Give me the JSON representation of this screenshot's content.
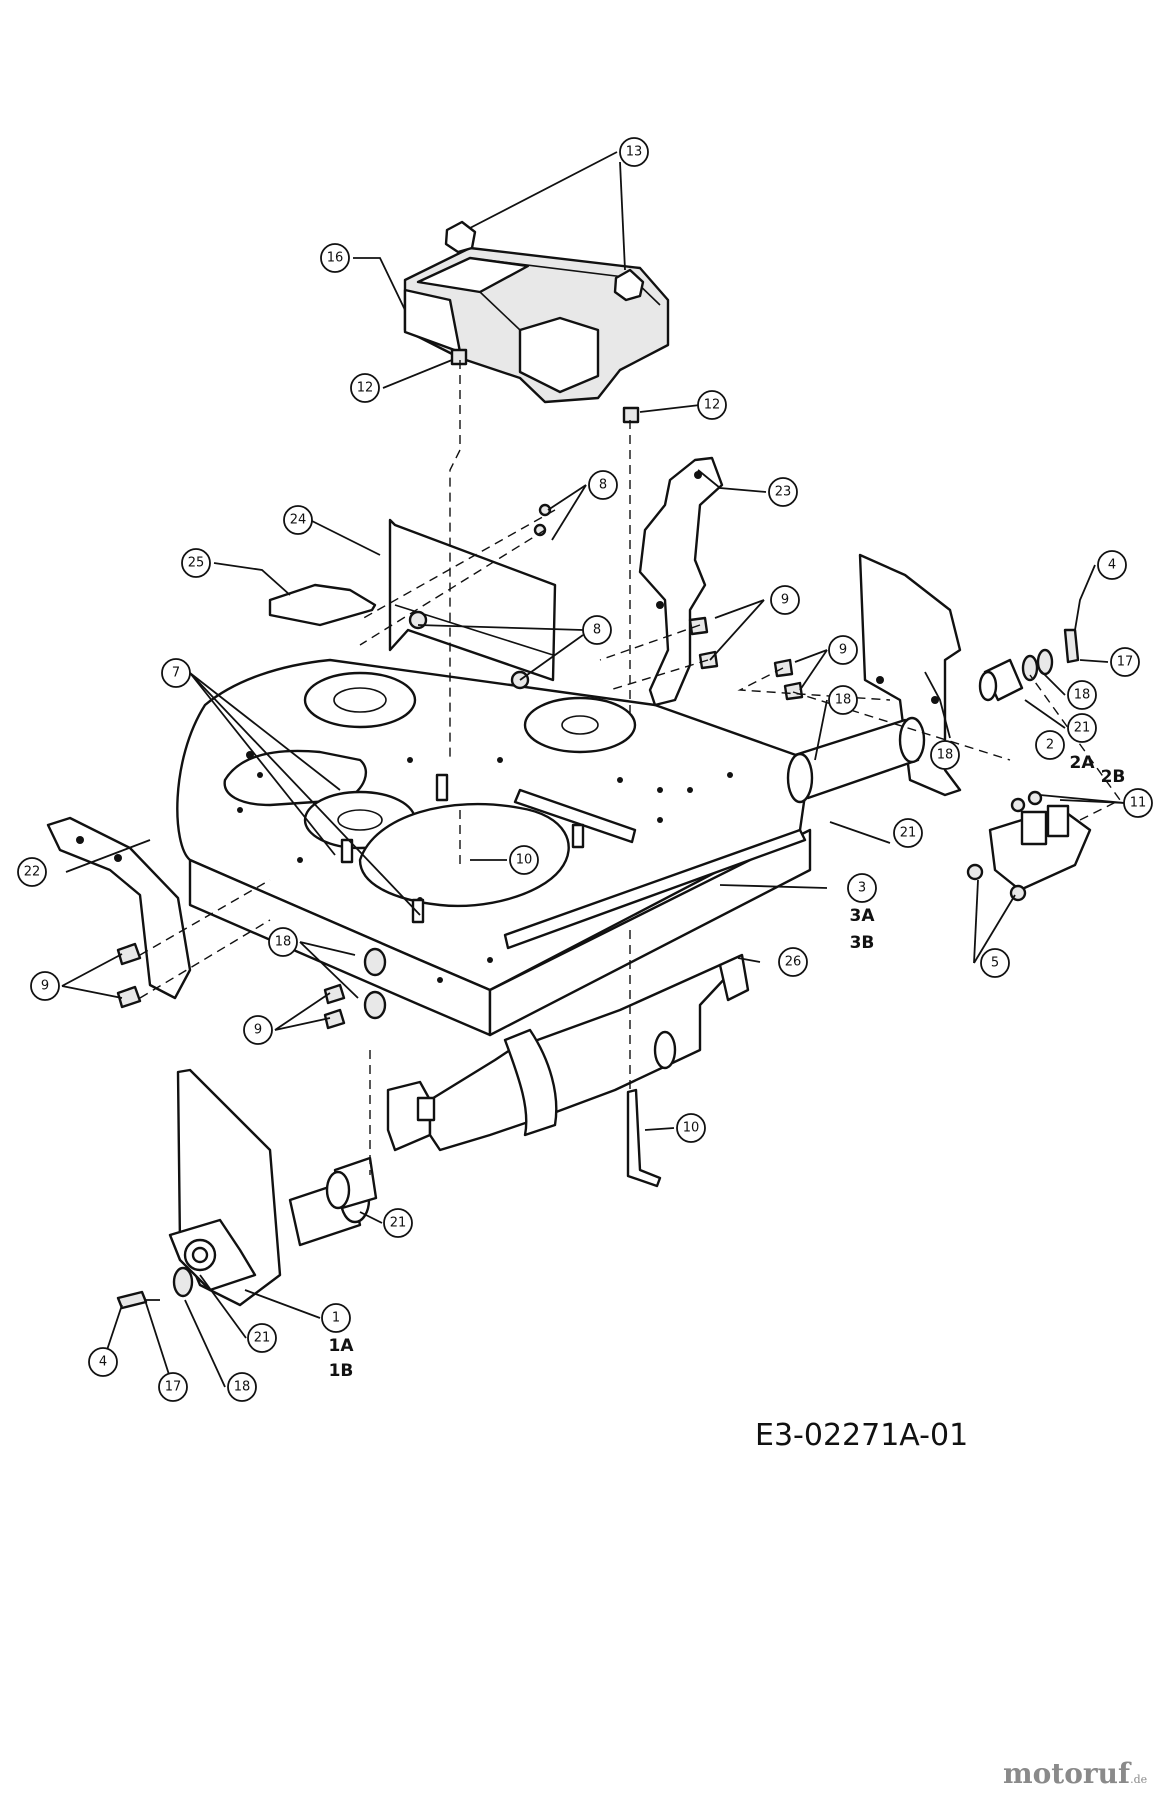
{
  "drawing_number": "E3-02271A-01",
  "watermark": {
    "brand": "motoruf",
    "suffix": ".de"
  },
  "callouts": [
    {
      "id": "c13",
      "label": "13"
    },
    {
      "id": "c16a",
      "label": "16"
    },
    {
      "id": "c12a",
      "label": "12"
    },
    {
      "id": "c12b",
      "label": "12"
    },
    {
      "id": "c23",
      "label": "23"
    },
    {
      "id": "c8a",
      "label": "8"
    },
    {
      "id": "c24",
      "label": "24"
    },
    {
      "id": "c25",
      "label": "25"
    },
    {
      "id": "c8b",
      "label": "8"
    },
    {
      "id": "c9a",
      "label": "9"
    },
    {
      "id": "c7",
      "label": "7"
    },
    {
      "id": "c9b",
      "label": "9"
    },
    {
      "id": "c18a",
      "label": "18"
    },
    {
      "id": "c4a",
      "label": "4"
    },
    {
      "id": "c17a",
      "label": "17"
    },
    {
      "id": "c18b",
      "label": "18"
    },
    {
      "id": "c21a",
      "label": "21"
    },
    {
      "id": "c2",
      "label": "2"
    },
    {
      "id": "c18c",
      "label": "18"
    },
    {
      "id": "c11",
      "label": "11"
    },
    {
      "id": "c21b",
      "label": "21"
    },
    {
      "id": "c10a",
      "label": "10"
    },
    {
      "id": "c3",
      "label": "3"
    },
    {
      "id": "c22",
      "label": "22"
    },
    {
      "id": "c18d",
      "label": "18"
    },
    {
      "id": "c5",
      "label": "5"
    },
    {
      "id": "c9c",
      "label": "9"
    },
    {
      "id": "c26",
      "label": "26"
    },
    {
      "id": "c9d",
      "label": "9"
    },
    {
      "id": "c10b",
      "label": "10"
    },
    {
      "id": "c21c",
      "label": "21"
    },
    {
      "id": "c1",
      "label": "1"
    },
    {
      "id": "c21d",
      "label": "21"
    },
    {
      "id": "c4b",
      "label": "4"
    },
    {
      "id": "c17b",
      "label": "17"
    },
    {
      "id": "c18e",
      "label": "18"
    }
  ],
  "variants": {
    "v2a": "2A",
    "v2b": "2B",
    "v3a": "3A",
    "v3b": "3B",
    "v1a": "1A",
    "v1b": "1B"
  }
}
